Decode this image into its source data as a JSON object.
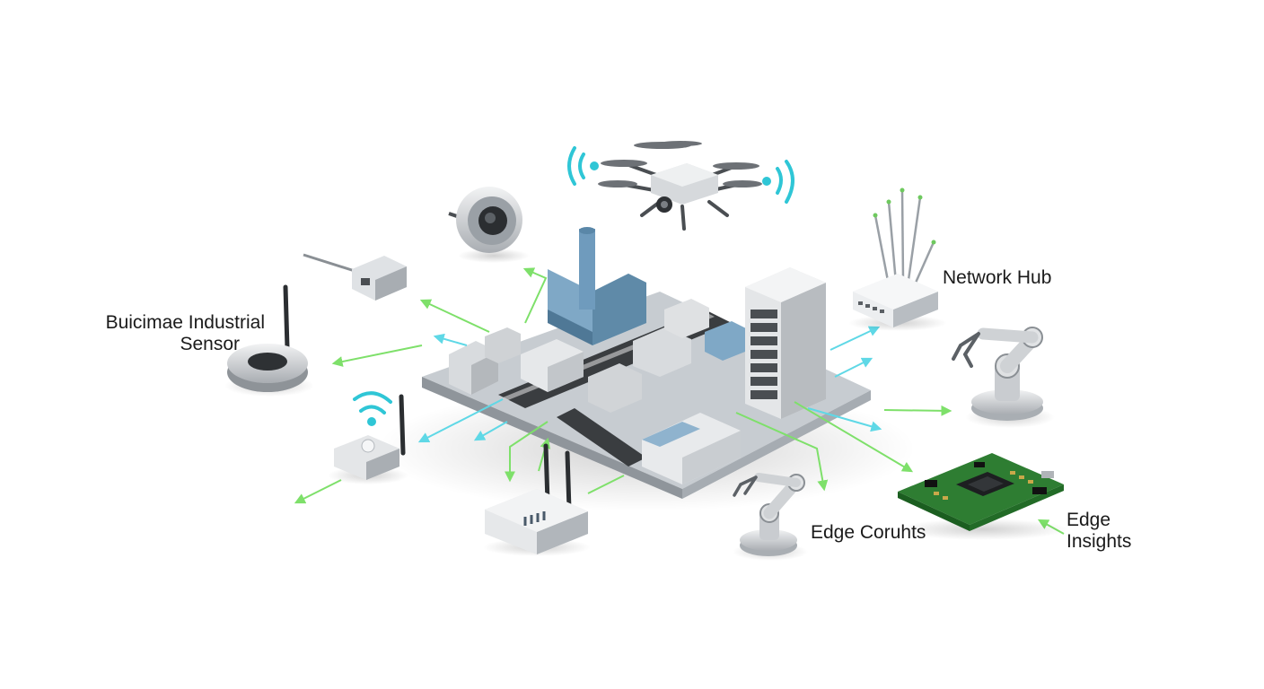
{
  "labels": {
    "sensor_line1": "Buicimae Industrial",
    "sensor_line2": "Sensor",
    "network_hub": "Network Hub",
    "edge_computes": "Edge Coruhts",
    "edge_insights_line1": "Edge",
    "edge_insights_line2": "Insights"
  },
  "colors": {
    "flow_green": "#7ee06a",
    "flow_cyan": "#5fd8e6",
    "wifi_cyan": "#2fc6d6",
    "factory_blue": "#7fa8c6",
    "platform": "#b9bfc4",
    "pcb_green": "#2e7d32",
    "metal": "#c9ccd0"
  },
  "icons": [
    "drone-icon",
    "security-camera-icon",
    "industrial-sensor-icon",
    "wifi-router-icon",
    "network-hub-icon",
    "server-rack-icon",
    "robotic-arm-icon",
    "circuit-board-icon",
    "factory-icon",
    "gateway-icon",
    "probe-sensor-icon"
  ]
}
